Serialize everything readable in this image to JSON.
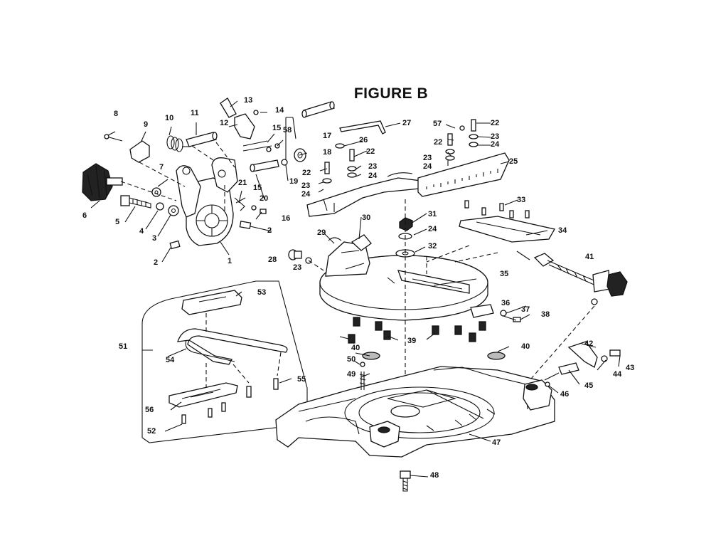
{
  "figure": {
    "title": "FIGURE B"
  },
  "callouts": [
    {
      "id": "c1",
      "text": "1"
    },
    {
      "id": "c2a",
      "text": "2"
    },
    {
      "id": "c2b",
      "text": "2"
    },
    {
      "id": "c3",
      "text": "3"
    },
    {
      "id": "c4",
      "text": "4"
    },
    {
      "id": "c5",
      "text": "5"
    },
    {
      "id": "c6",
      "text": "6"
    },
    {
      "id": "c7",
      "text": "7"
    },
    {
      "id": "c8",
      "text": "8"
    },
    {
      "id": "c9",
      "text": "9"
    },
    {
      "id": "c10",
      "text": "10"
    },
    {
      "id": "c11",
      "text": "11"
    },
    {
      "id": "c12",
      "text": "12"
    },
    {
      "id": "c13",
      "text": "13"
    },
    {
      "id": "c14",
      "text": "14"
    },
    {
      "id": "c15a",
      "text": "15"
    },
    {
      "id": "c15b",
      "text": "15"
    },
    {
      "id": "c16",
      "text": "16"
    },
    {
      "id": "c17",
      "text": "17"
    },
    {
      "id": "c18",
      "text": "18"
    },
    {
      "id": "c19",
      "text": "19"
    },
    {
      "id": "c20",
      "text": "20"
    },
    {
      "id": "c21",
      "text": "21"
    },
    {
      "id": "c22a",
      "text": "22"
    },
    {
      "id": "c22b",
      "text": "22"
    },
    {
      "id": "c22c",
      "text": "22"
    },
    {
      "id": "c22d",
      "text": "22"
    },
    {
      "id": "c23a",
      "text": "23"
    },
    {
      "id": "c23b",
      "text": "23"
    },
    {
      "id": "c23c",
      "text": "23"
    },
    {
      "id": "c23d",
      "text": "23"
    },
    {
      "id": "c23e",
      "text": "23"
    },
    {
      "id": "c24a",
      "text": "24"
    },
    {
      "id": "c24b",
      "text": "24"
    },
    {
      "id": "c24c",
      "text": "24"
    },
    {
      "id": "c24d",
      "text": "24"
    },
    {
      "id": "c24e",
      "text": "24"
    },
    {
      "id": "c25",
      "text": "25"
    },
    {
      "id": "c26",
      "text": "26"
    },
    {
      "id": "c27",
      "text": "27"
    },
    {
      "id": "c28",
      "text": "28"
    },
    {
      "id": "c29",
      "text": "29"
    },
    {
      "id": "c30",
      "text": "30"
    },
    {
      "id": "c31",
      "text": "31"
    },
    {
      "id": "c32",
      "text": "32"
    },
    {
      "id": "c33",
      "text": "33"
    },
    {
      "id": "c34",
      "text": "34"
    },
    {
      "id": "c35",
      "text": "35"
    },
    {
      "id": "c36",
      "text": "36"
    },
    {
      "id": "c37",
      "text": "37"
    },
    {
      "id": "c38",
      "text": "38"
    },
    {
      "id": "c39",
      "text": "39"
    },
    {
      "id": "c40a",
      "text": "40"
    },
    {
      "id": "c40b",
      "text": "40"
    },
    {
      "id": "c41",
      "text": "41"
    },
    {
      "id": "c42",
      "text": "42"
    },
    {
      "id": "c43",
      "text": "43"
    },
    {
      "id": "c44",
      "text": "44"
    },
    {
      "id": "c45",
      "text": "45"
    },
    {
      "id": "c46",
      "text": "46"
    },
    {
      "id": "c47",
      "text": "47"
    },
    {
      "id": "c48",
      "text": "48"
    },
    {
      "id": "c49",
      "text": "49"
    },
    {
      "id": "c50",
      "text": "50"
    },
    {
      "id": "c51",
      "text": "51"
    },
    {
      "id": "c52",
      "text": "52"
    },
    {
      "id": "c53",
      "text": "53"
    },
    {
      "id": "c54",
      "text": "54"
    },
    {
      "id": "c55",
      "text": "55"
    },
    {
      "id": "c56",
      "text": "56"
    },
    {
      "id": "c57",
      "text": "57"
    },
    {
      "id": "c58",
      "text": "58"
    }
  ]
}
